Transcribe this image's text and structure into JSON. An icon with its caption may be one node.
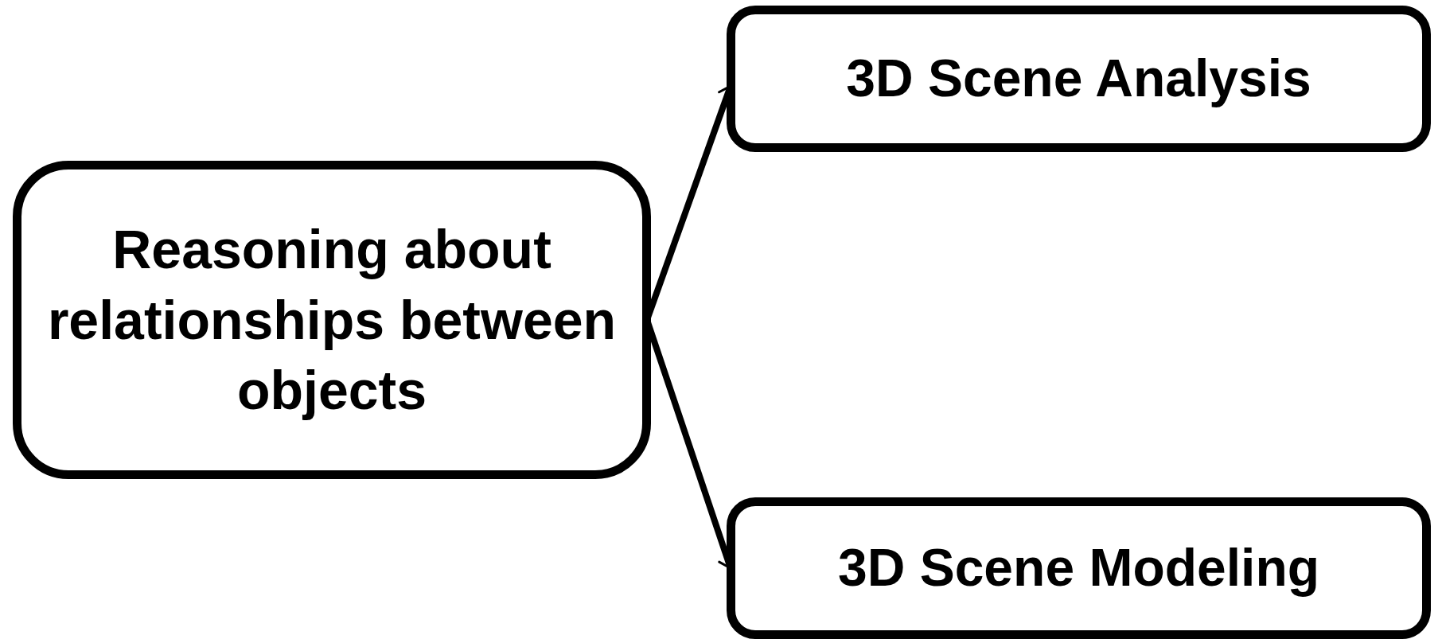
{
  "diagram": {
    "nodes": [
      {
        "text": [
          "Reasoning about relationships between objects"
        ]
      },
      {
        "text": [
          "3D Scene Analysis"
        ]
      },
      {
        "text": [
          "3D Scene Modeling"
        ]
      }
    ],
    "edges": [
      {
        "from": 0,
        "to": 1,
        "arrow": "to"
      },
      {
        "from": 0,
        "to": 2,
        "arrow": "to"
      }
    ]
  }
}
